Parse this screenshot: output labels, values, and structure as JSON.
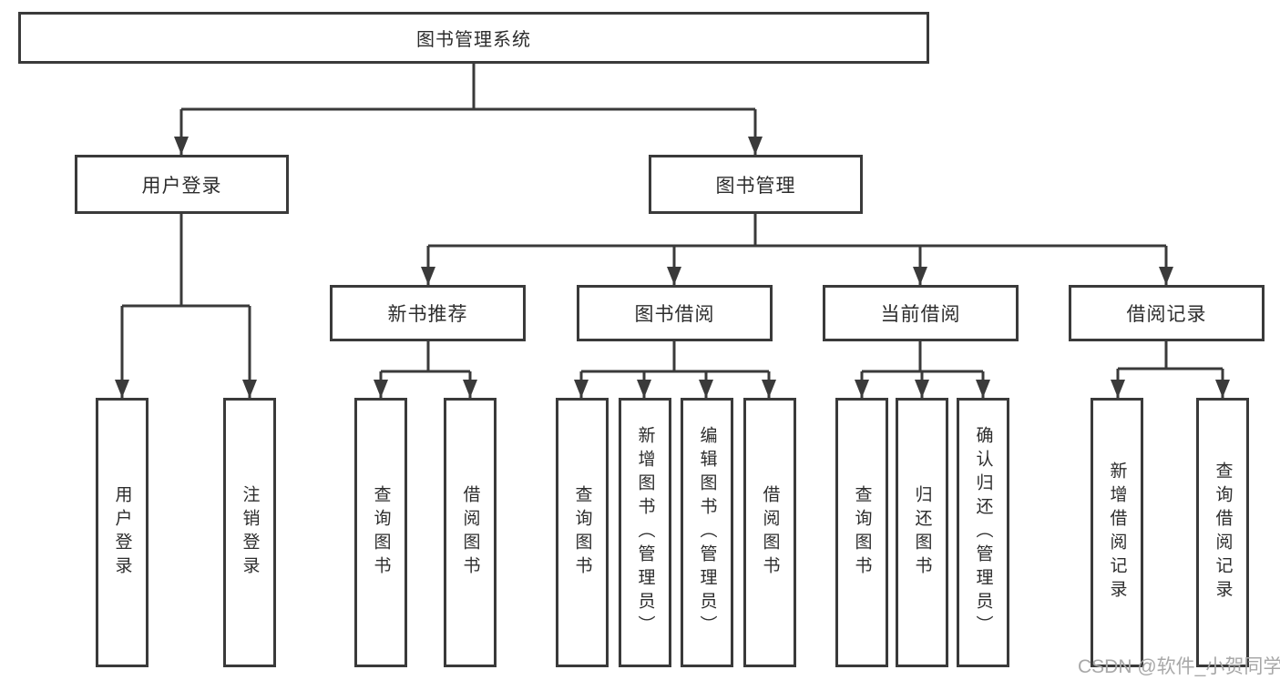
{
  "diagram": {
    "type": "hierarchy-tree",
    "root": {
      "label": "图书管理系统"
    },
    "level2": [
      {
        "label": "用户登录",
        "children": [
          "用户登录",
          "注销登录"
        ]
      },
      {
        "label": "图书管理",
        "children": [
          "新书推荐",
          "图书借阅",
          "当前借阅",
          "借阅记录"
        ]
      }
    ],
    "level3": [
      {
        "label": "新书推荐",
        "children": [
          "查询图书",
          "借阅图书"
        ]
      },
      {
        "label": "图书借阅",
        "children": [
          "查询图书",
          "新增图书（管理员）",
          "编辑图书（管理员）",
          "借阅图书"
        ]
      },
      {
        "label": "当前借阅",
        "children": [
          "查询图书",
          "归还图书",
          "确认归还（管理员）"
        ]
      },
      {
        "label": "借阅记录",
        "children": [
          "新增借阅记录",
          "查询借阅记录"
        ]
      }
    ],
    "leaves": [
      "用户登录",
      "注销登录",
      "查询图书",
      "借阅图书",
      "查询图书",
      "新增图书（管理员）",
      "编辑图书（管理员）",
      "借阅图书",
      "查询图书",
      "归还图书",
      "确认归还（管理员）",
      "新增借阅记录",
      "查询借阅记录"
    ]
  },
  "watermark": {
    "text": "CSDN @软件_小贺同学"
  },
  "colors": {
    "line": "#3a3a3a",
    "box_border": "#3a3a3a",
    "box_fill": "#ffffff",
    "text": "#2d2d2d",
    "watermark": "#a8a8a8",
    "background": "#ffffff"
  }
}
